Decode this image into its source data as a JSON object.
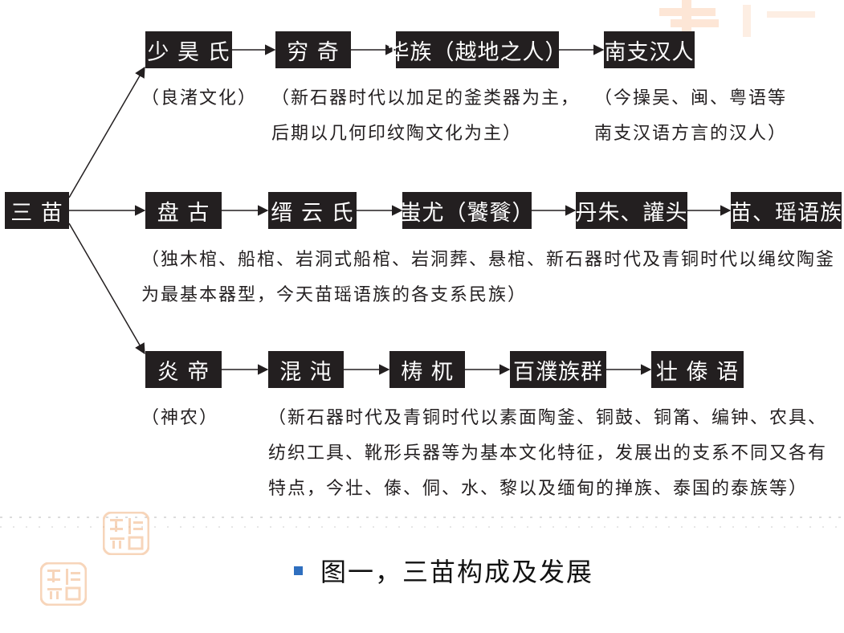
{
  "colors": {
    "node_bg": "#231f20",
    "node_text": "#ffffff",
    "note_text": "#231f20",
    "arrow": "#231f20",
    "bullet": "#2f6fbf",
    "stamp": "#f2b482",
    "dash": "#dcdcdc"
  },
  "root": {
    "label": "三 苗"
  },
  "rows": [
    {
      "nodes": [
        {
          "id": "shaohao",
          "label": "少 昊 氏"
        },
        {
          "id": "qiongqi",
          "label": "穷 奇"
        },
        {
          "id": "huazu",
          "label": "华族（越地之人）"
        },
        {
          "id": "nanzhi-hanren",
          "label": "南支汉人"
        }
      ],
      "notes": [
        {
          "id": "liangzhu",
          "lines": [
            "（良渚文化）"
          ]
        },
        {
          "id": "neolithic-1",
          "lines": [
            "（新石器时代以加足的釜类器为主，",
            "后期以几何印纹陶文化为主）"
          ]
        },
        {
          "id": "dialects",
          "lines": [
            "（今操吴、闽、粤语等",
            "南支汉语方言的汉人）"
          ]
        }
      ]
    },
    {
      "nodes": [
        {
          "id": "pangu",
          "label": "盘 古"
        },
        {
          "id": "jinyun",
          "label": "缙 云 氏"
        },
        {
          "id": "chiyou",
          "label": "蚩尤（饕餮）"
        },
        {
          "id": "danzhu",
          "label": "丹朱、讙头"
        },
        {
          "id": "miaoyao",
          "label": "苗、瑶语族"
        }
      ],
      "notes": [
        {
          "id": "coffins",
          "lines": [
            "（独木棺、船棺、岩洞式船棺、岩洞葬、悬棺、新石器时代及青铜时代以绳纹陶釜",
            "为最基本器型，今天苗瑶语族的各支系民族）"
          ]
        }
      ]
    },
    {
      "nodes": [
        {
          "id": "yandi",
          "label": "炎 帝"
        },
        {
          "id": "hundun",
          "label": "混 沌"
        },
        {
          "id": "taowu",
          "label": "梼 杌"
        },
        {
          "id": "baipu",
          "label": "百濮族群"
        },
        {
          "id": "zhuangdai",
          "label": "壮 傣 语"
        }
      ],
      "notes": [
        {
          "id": "shennong",
          "lines": [
            "（神农）"
          ]
        },
        {
          "id": "neolithic-3",
          "lines": [
            "（新石器时代及青铜时代以素面陶釜、铜鼓、铜筩、编钟、农具、",
            "纺织工具、靴形兵器等为基本文化特征，发展出的支系不同又各有",
            "特点，今壮、傣、侗、水、黎以及缅甸的掸族、泰国的泰族等）"
          ]
        }
      ]
    }
  ],
  "caption": {
    "text": "图一，三苗构成及发展"
  }
}
